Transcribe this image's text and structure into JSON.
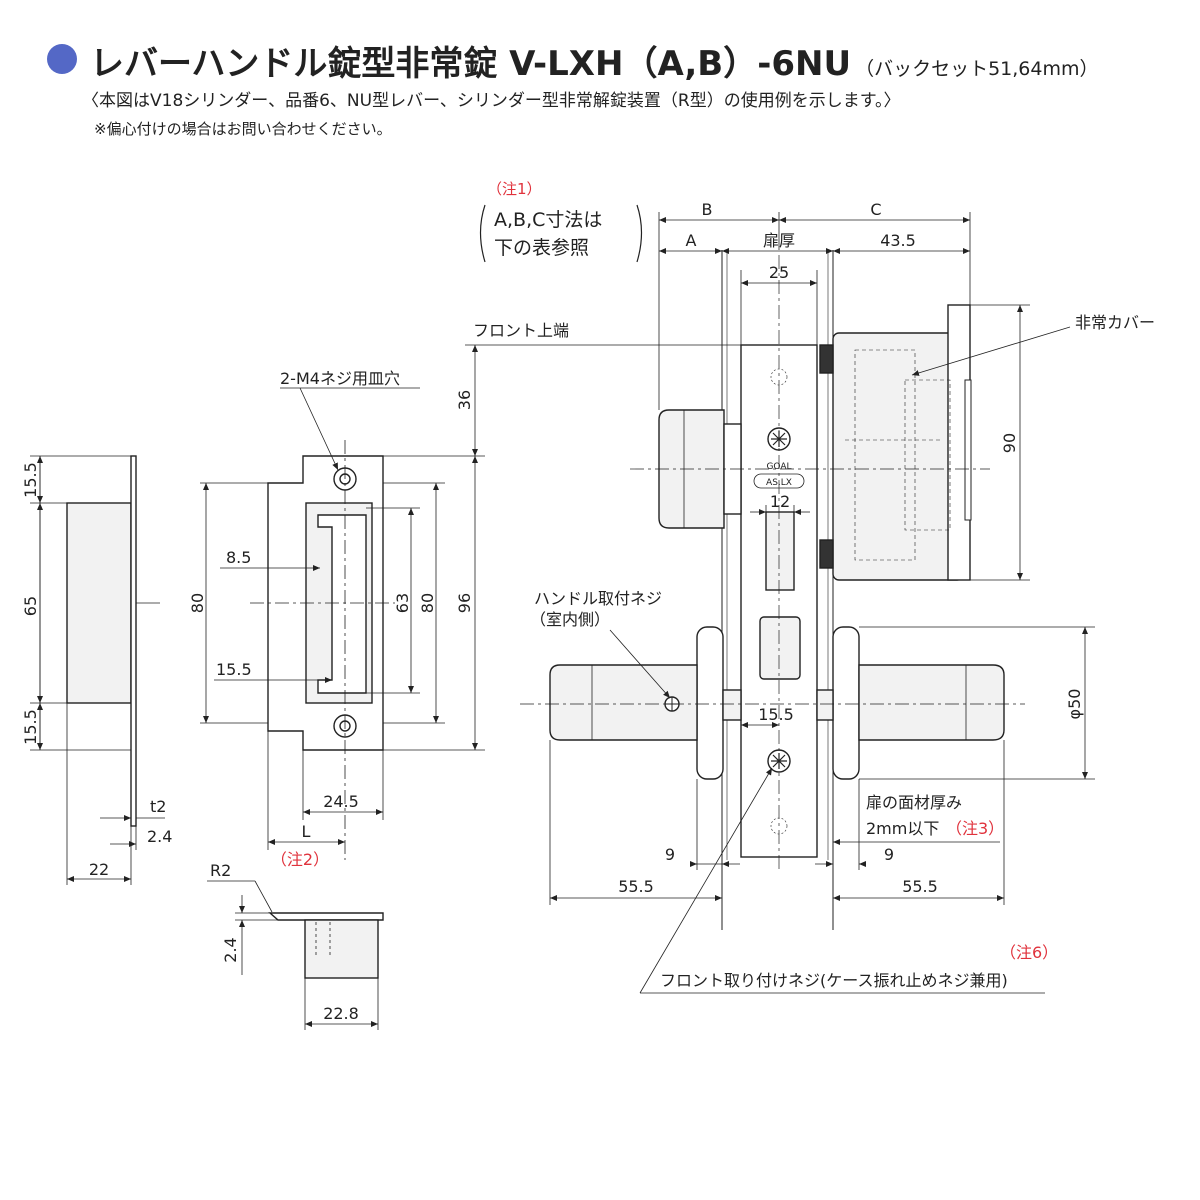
{
  "header": {
    "title": "レバーハンドル錠型非常錠 V-LXH（A,B）-6NU",
    "title_suffix": "（バックセット51,64mm）",
    "note1": "〈本図はV18シリンダー、品番6、NU型レバー、シリンダー型非常解錠装置（R型）の使用例を示します。〉",
    "note2": "※偏心付けの場合はお問い合わせください。"
  },
  "colors": {
    "bullet": "#5468c6",
    "note_red": "#e0323c",
    "line": "#222222",
    "fill": "#f2f2f2"
  },
  "labels": {
    "dim_15_5_top": "15.5",
    "dim_65": "65",
    "dim_15_5_bot": "15.5",
    "dim_t2": "t2",
    "dim_2_4_a": "2.4",
    "dim_22": "22",
    "screw_hole": "2-M4ネジ用皿穴",
    "dim_8_5": "8.5",
    "dim_15_5_strike": "15.5",
    "dim_80_left": "80",
    "dim_63": "63",
    "dim_80_right": "80",
    "dim_96": "96",
    "dim_36": "36",
    "dim_24_5": "24.5",
    "dim_L": "L",
    "note2_tag": "（注2）",
    "dim_R2": "R2",
    "dim_2_4_b": "2.4",
    "dim_22_8": "22.8",
    "note1_tag": "（注1）",
    "note1_text_1": "A,B,C寸法は",
    "note1_text_2": "下の表参照",
    "dim_B": "B",
    "dim_C": "C",
    "dim_A": "A",
    "door_thickness": "扉厚",
    "dim_43_5": "43.5",
    "dim_25": "25",
    "front_top": "フロント上端",
    "emergency_cover": "非常カバー",
    "dim_90": "90",
    "dim_12": "12",
    "brand_1": "GOAL",
    "brand_2": "AS.LX",
    "handle_screw_1": "ハンドル取付ネジ",
    "handle_screw_2": "（室内側）",
    "dim_15_5_center": "15.5",
    "dim_phi50": "φ50",
    "face_material_1": "扉の面材厚み",
    "face_material_2": "2mm以下",
    "note3_tag": "（注3）",
    "dim_9_left": "9",
    "dim_9_right": "9",
    "dim_55_5_left": "55.5",
    "dim_55_5_right": "55.5",
    "note6_tag": "（注6）",
    "front_screw": "フロント取り付けネジ(ケース振れ止めネジ兼用)"
  }
}
